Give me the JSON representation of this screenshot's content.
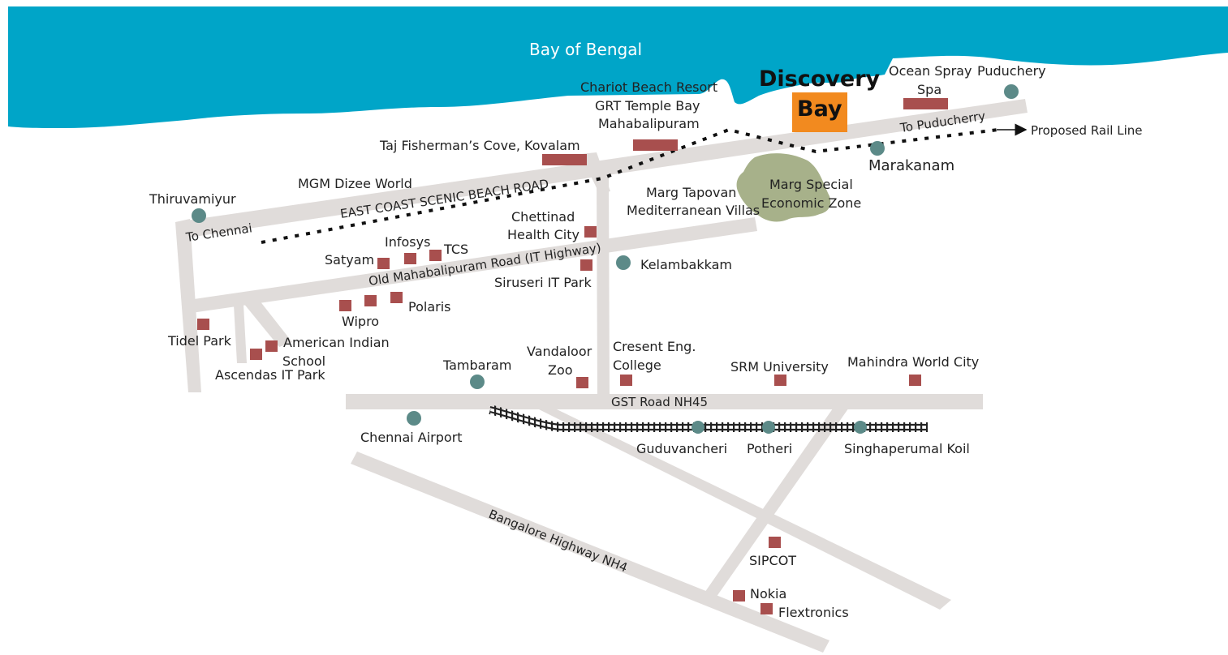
{
  "colors": {
    "sea": "#00a5c8",
    "road": "#e0dcda",
    "landmark": "#a84f4e",
    "place_dot": "#5c8a88",
    "brand_block": "#f28a1f",
    "sez_zone": "#a7b18a",
    "rail": "#222222"
  },
  "sea": {
    "label": "Bay of Bengal"
  },
  "brand": {
    "line1": "Discovery",
    "line2": "Bay"
  },
  "roads": {
    "ecr": "EAST COAST SCENIC BEACH ROAD",
    "omr": "Old Mahabalipuram Road (IT Highway)",
    "gst": "GST Road NH45",
    "bangalore": "Bangalore Highway NH4",
    "to_chennai": "To Chennai",
    "to_puducherry": "To Puducherry"
  },
  "rail": {
    "proposed_label": "Proposed Rail Line"
  },
  "places": {
    "thiruvamiyur": "Thiruvamiyur",
    "marakanam": "Marakanam",
    "puduchery": "Puduchery",
    "kelambakkam": "Kelambakkam",
    "tambaram": "Tambaram",
    "chennai_airport": "Chennai Airport",
    "guduvancheri": "Guduvancheri",
    "potheri": "Potheri",
    "singhaperumal_koil": "Singhaperumal Koil"
  },
  "landmarks": {
    "chariot": "Chariot Beach Resort",
    "grt": "GRT Temple Bay",
    "mahabalipuram": "Mahabalipuram",
    "taj": "Taj Fisherman’s Cove, Kovalam",
    "mgm": "MGM Dizee World",
    "ocean_spray_1": "Ocean Spray",
    "ocean_spray_2": "Spa",
    "marg_tapovan_1": "Marg Tapovan",
    "marg_tapovan_2": "Mediterranean Villas",
    "marg_sez_1": "Marg Special",
    "marg_sez_2": "Economic Zone",
    "chettinad_1": "Chettinad",
    "chettinad_2": "Health City",
    "infosys": "Infosys",
    "tcs": "TCS",
    "satyam": "Satyam",
    "siruseri": "Siruseri IT Park",
    "polaris": "Polaris",
    "wipro": "Wipro",
    "tidel": "Tidel Park",
    "american_1": "American Indian",
    "american_2": "School",
    "ascendas": "Ascendas IT Park",
    "vandaloor_1": "Vandaloor",
    "vandaloor_2": "Zoo",
    "cresent_1": "Cresent Eng.",
    "cresent_2": "College",
    "srm": "SRM University",
    "mahindra": "Mahindra World City",
    "sipcot": "SIPCOT",
    "nokia": "Nokia",
    "flextronics": "Flextronics"
  }
}
